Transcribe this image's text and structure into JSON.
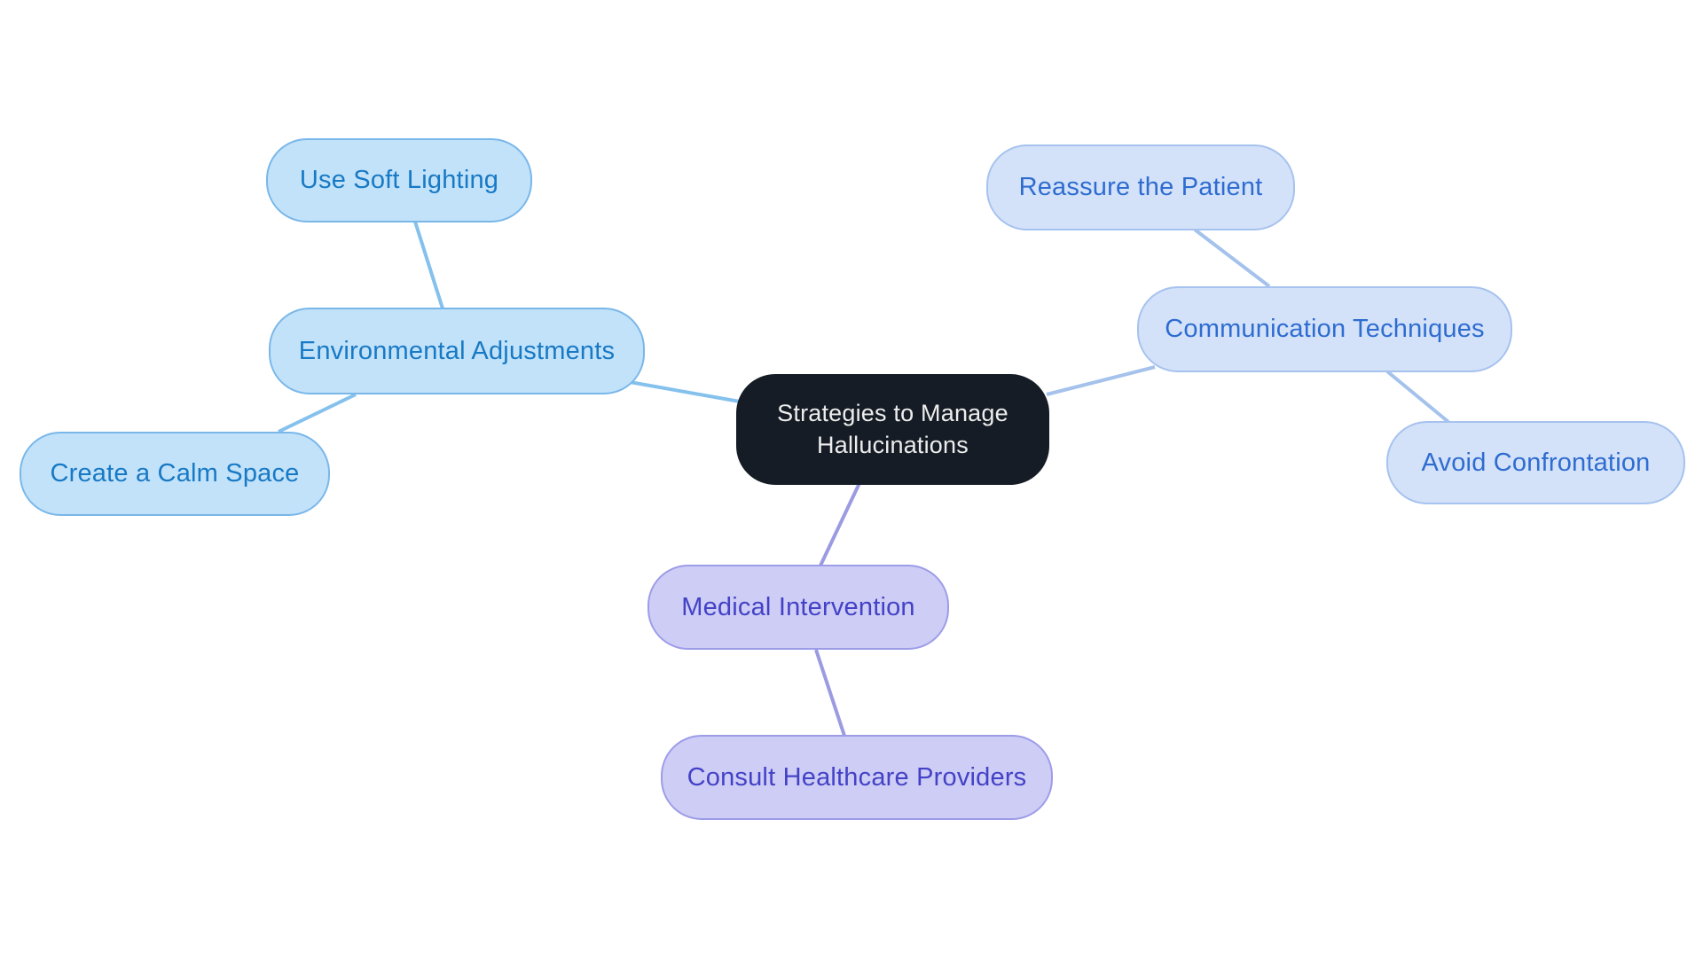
{
  "colors": {
    "background": "#ffffff",
    "center_fill": "#151c25",
    "center_text": "#ededed",
    "env_fill": "#c2e2fa",
    "env_border": "#79b7e9",
    "env_text": "#1879c4",
    "env_line": "#85c1ed",
    "comm_fill": "#d3e2f9",
    "comm_border": "#a6c2ee",
    "comm_text": "#2f6cd0",
    "comm_line": "#a4c2ec",
    "med_fill": "#cecdf5",
    "med_border": "#9d9ce8",
    "med_text": "#4342c7",
    "med_line": "#9b9be2"
  },
  "nodes": {
    "center": {
      "label": "Strategies to Manage Hallucinations"
    },
    "environmental_adjustments": {
      "label": "Environmental Adjustments"
    },
    "use_soft_lighting": {
      "label": "Use Soft Lighting"
    },
    "create_a_calm_space": {
      "label": "Create a Calm Space"
    },
    "communication_techniques": {
      "label": "Communication Techniques"
    },
    "reassure_the_patient": {
      "label": "Reassure the Patient"
    },
    "avoid_confrontation": {
      "label": "Avoid Confrontation"
    },
    "medical_intervention": {
      "label": "Medical Intervention"
    },
    "consult_healthcare_providers": {
      "label": "Consult Healthcare Providers"
    }
  },
  "edges": [
    {
      "from": "environmental_adjustments",
      "to": "use_soft_lighting"
    },
    {
      "from": "environmental_adjustments",
      "to": "create_a_calm_space"
    },
    {
      "from": "center",
      "to": "environmental_adjustments"
    },
    {
      "from": "center",
      "to": "communication_techniques"
    },
    {
      "from": "communication_techniques",
      "to": "reassure_the_patient"
    },
    {
      "from": "communication_techniques",
      "to": "avoid_confrontation"
    },
    {
      "from": "center",
      "to": "medical_intervention"
    },
    {
      "from": "medical_intervention",
      "to": "consult_healthcare_providers"
    }
  ]
}
